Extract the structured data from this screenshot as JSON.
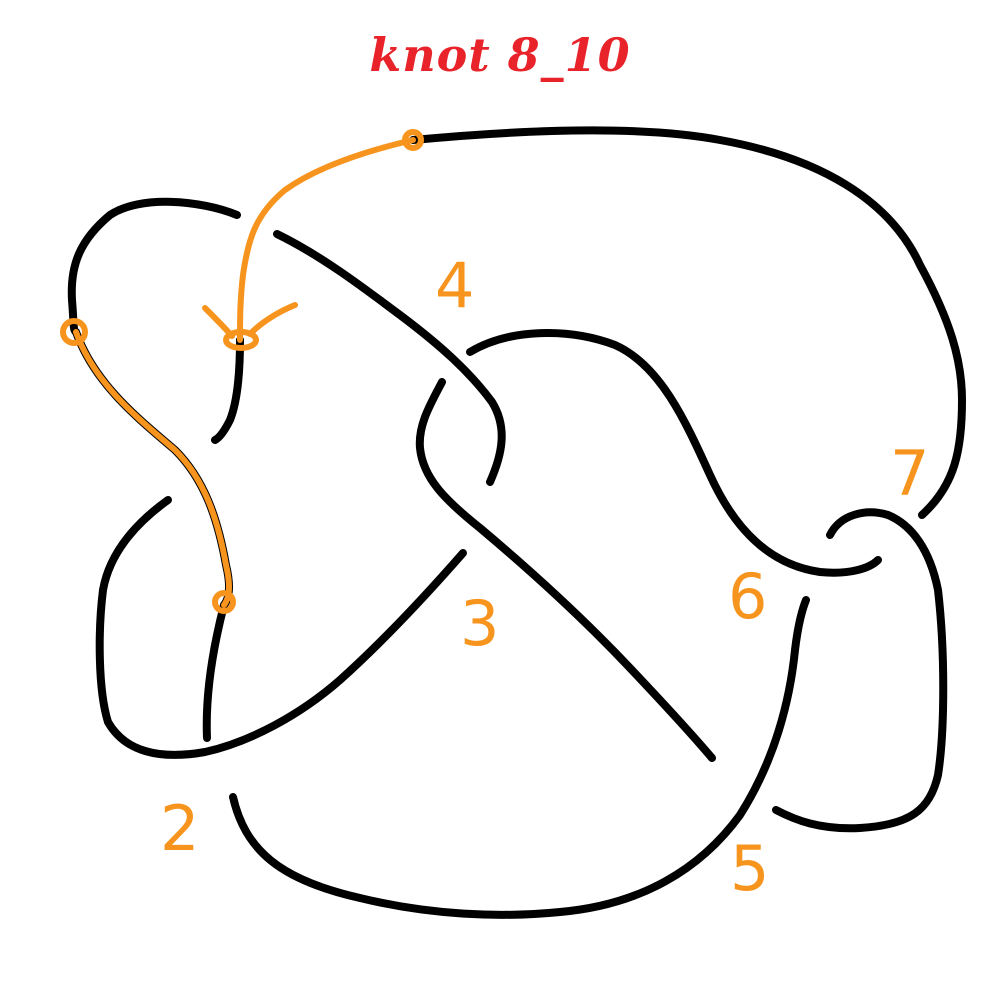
{
  "title": "knot 8_10",
  "colors": {
    "background": "#ffffff",
    "title": "#e8232a",
    "strand": "#000000",
    "highlight": "#f7941d",
    "labels": "#f7941d"
  },
  "crossing_labels": [
    {
      "id": "2",
      "text": "2"
    },
    {
      "id": "3",
      "text": "3"
    },
    {
      "id": "4",
      "text": "4"
    },
    {
      "id": "5",
      "text": "5"
    },
    {
      "id": "6",
      "text": "6"
    },
    {
      "id": "7",
      "text": "7"
    }
  ]
}
